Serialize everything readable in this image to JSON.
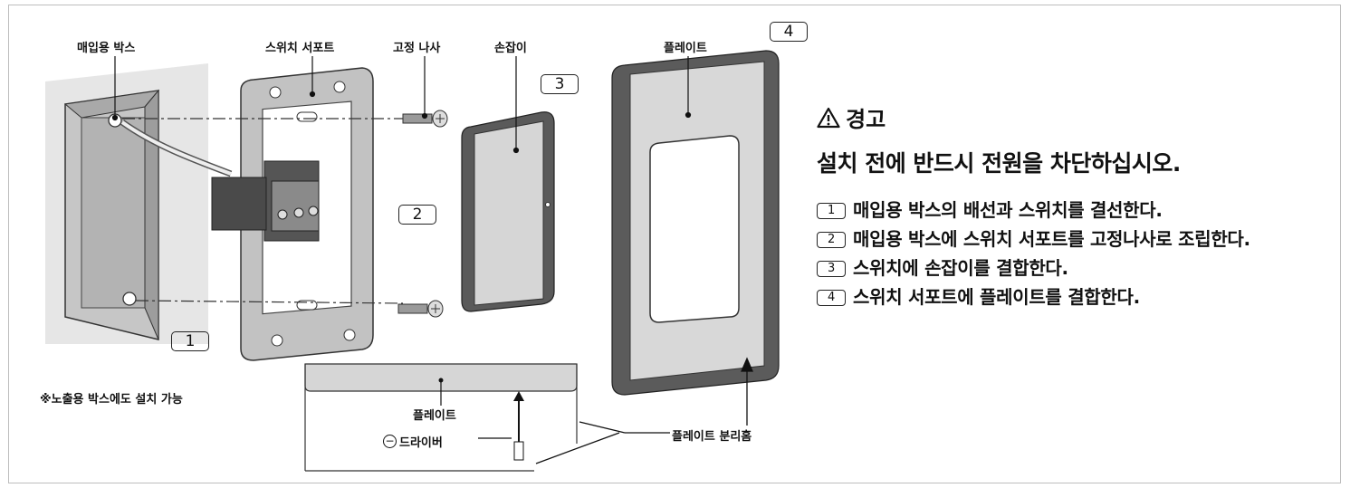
{
  "labels": {
    "recessed_box": "매입용 박스",
    "switch_support": "스위치 서포트",
    "fixing_screw": "고정 나사",
    "handle": "손잡이",
    "plate_top": "플레이트",
    "plate_inset": "플레이트",
    "driver": "드라이버",
    "plate_groove": "플레이트 분리홈"
  },
  "callouts": [
    "1",
    "2",
    "3",
    "4"
  ],
  "note": "※노출용 박스에도 설치 가능",
  "warning": {
    "icon": "warning-triangle-icon",
    "title": "경고",
    "subtitle": "설치 전에 반드시 전원을 차단하십시오."
  },
  "steps": [
    {
      "num": "1",
      "text": "매입용 박스의 배선과 스위치를 결선한다."
    },
    {
      "num": "2",
      "text": "매입용 박스에 스위치 서포트를 고정나사로 조립한다."
    },
    {
      "num": "3",
      "text": "스위치에 손잡이를 결합한다."
    },
    {
      "num": "4",
      "text": "스위치 서포트에 플레이트를 결합한다."
    }
  ]
}
